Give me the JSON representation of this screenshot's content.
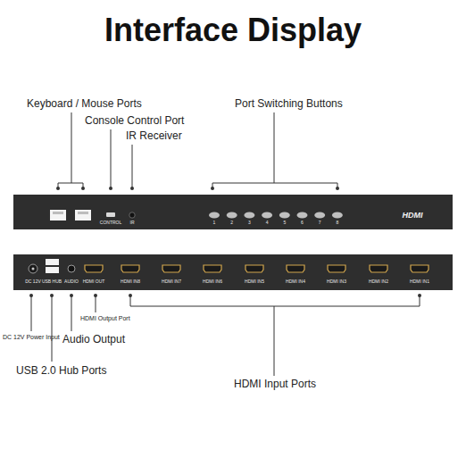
{
  "diagram": {
    "title": "Interface Display",
    "nodes": [
      {
        "text": [
          "CONTROL",
          "IR",
          "1",
          "2",
          "3",
          "4",
          "5",
          "6",
          "7",
          "8",
          "HDMI"
        ]
      },
      {
        "text": [
          "DC 12V",
          "USB HUB",
          "AUDIO",
          "HDMI OUT",
          "HDMI IN8",
          "HDMI IN7",
          "HDMI IN6",
          "HDMI IN5",
          "HDMI IN4",
          "HDMI IN3",
          "HDMI IN2",
          "HDMI IN1"
        ]
      }
    ],
    "edges": [],
    "labels": [
      "Keyboard / Mouse Ports",
      "Console Control Port",
      "IR Receiver",
      "Port Switching Buttons",
      "DC 12V Power Input",
      "USB 2.0 Hub Ports",
      "Audio Output",
      "HDMI Output Port",
      "HDMI Input Ports"
    ]
  }
}
